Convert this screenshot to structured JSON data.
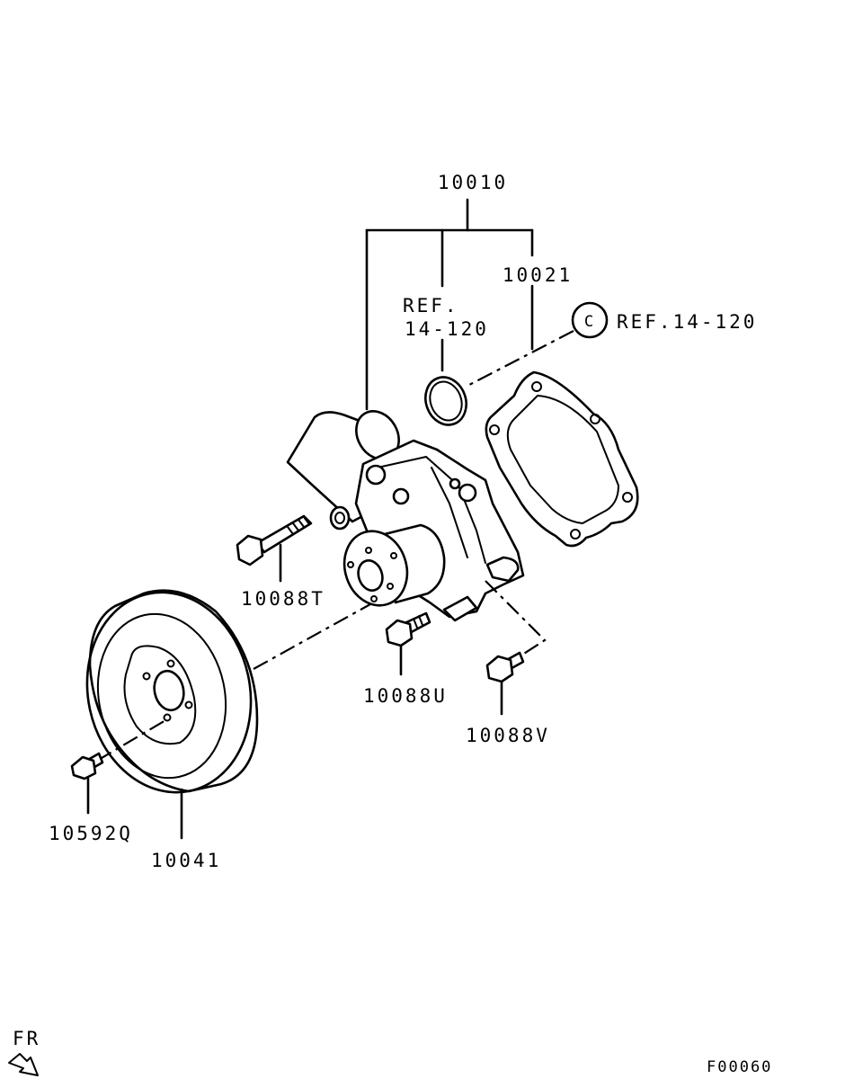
{
  "diagram": {
    "parts": [
      {
        "id": "water-pump-assembly",
        "number": "10010"
      },
      {
        "id": "gasket",
        "number": "10021"
      },
      {
        "id": "o-ring-ref",
        "ref_line1": "REF.",
        "ref_line2": "14-120"
      },
      {
        "id": "circle-ref",
        "circle_letter": "C",
        "ref_text": "REF.14-120"
      },
      {
        "id": "bolt-long",
        "number": "10088T"
      },
      {
        "id": "bolt-center",
        "number": "10088U"
      },
      {
        "id": "bolt-right",
        "number": "10088V"
      },
      {
        "id": "pulley",
        "number": "10041"
      },
      {
        "id": "pulley-bolt",
        "number": "10592Q"
      }
    ],
    "front_indicator": "FR",
    "figure_code": "F00060"
  }
}
